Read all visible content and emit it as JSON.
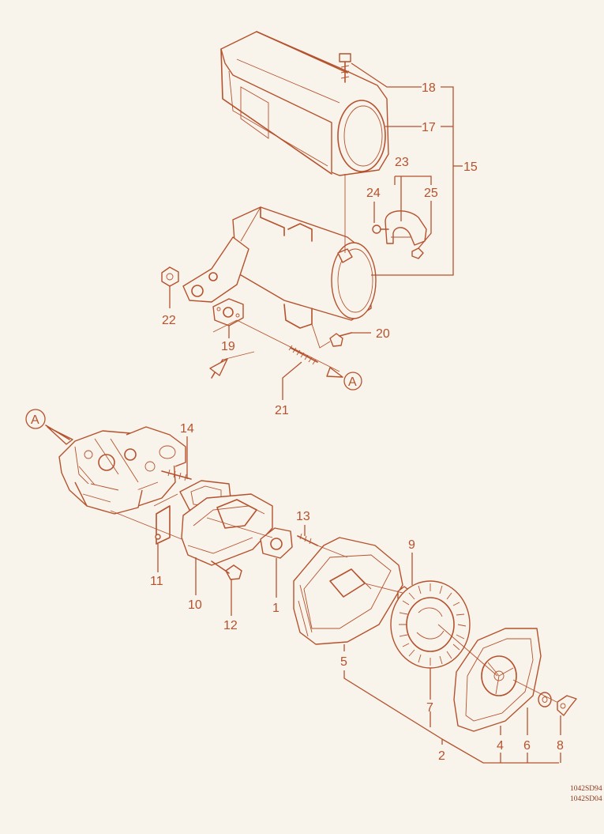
{
  "diagram": {
    "colors": {
      "line": "#b5522d",
      "background": "#f8f4ec"
    },
    "callouts": {
      "c1": "1",
      "c2": "2",
      "c4": "4",
      "c5": "5",
      "c6": "6",
      "c7": "7",
      "c8": "8",
      "c9": "9",
      "c10": "10",
      "c11": "11",
      "c12": "12",
      "c13": "13",
      "c14": "14",
      "c15": "15",
      "c17": "17",
      "c18": "18",
      "c19": "19",
      "c20": "20",
      "c21": "21",
      "c22": "22",
      "c23": "23",
      "c24": "24",
      "c25": "25"
    },
    "connector_marks": {
      "top": "A",
      "bottom": "A"
    },
    "reference_codes": [
      "1042SD94",
      "1042SD04"
    ]
  }
}
